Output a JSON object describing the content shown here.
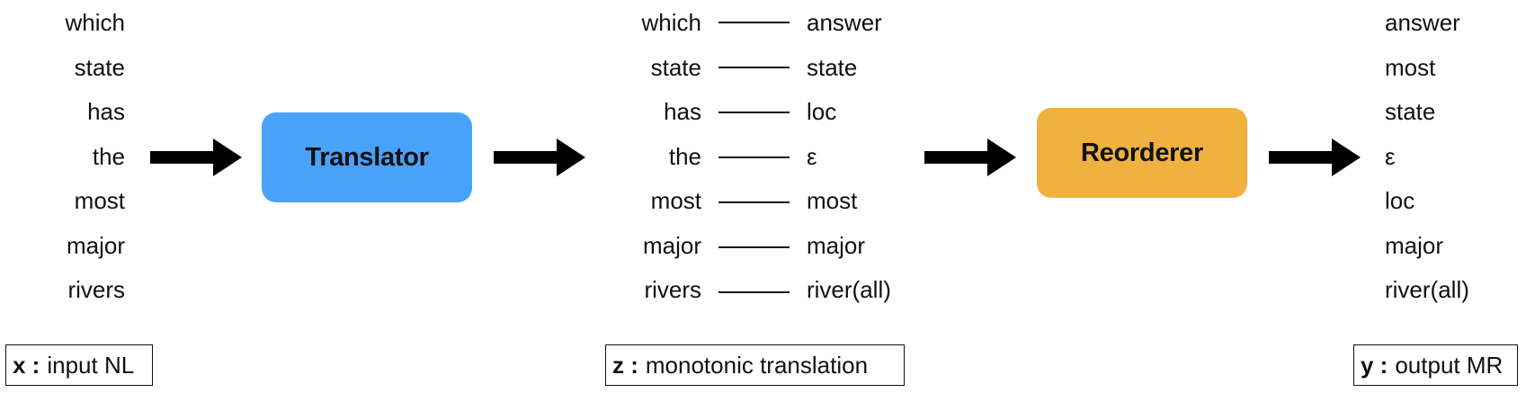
{
  "input": {
    "words": [
      "which",
      "state",
      "has",
      "the",
      "most",
      "major",
      "rivers"
    ]
  },
  "translation": {
    "source": [
      "which",
      "state",
      "has",
      "the",
      "most",
      "major",
      "rivers"
    ],
    "target": [
      "answer",
      "state",
      "loc",
      "ε",
      "most",
      "major",
      "river(all)"
    ]
  },
  "output": {
    "words": [
      "answer",
      "most",
      "state",
      "ε",
      "loc",
      "major",
      "river(all)"
    ]
  },
  "boxes": {
    "translator": "Translator",
    "reorderer": "Reorderer"
  },
  "legends": {
    "x": {
      "var": "x :",
      "label": "input NL"
    },
    "z": {
      "var": "z :",
      "label": "monotonic translation"
    },
    "y": {
      "var": "y :",
      "label": "output MR"
    }
  },
  "colors": {
    "translator": "#49a2f9",
    "reorderer": "#f1b13e",
    "arrow": "#000000"
  }
}
